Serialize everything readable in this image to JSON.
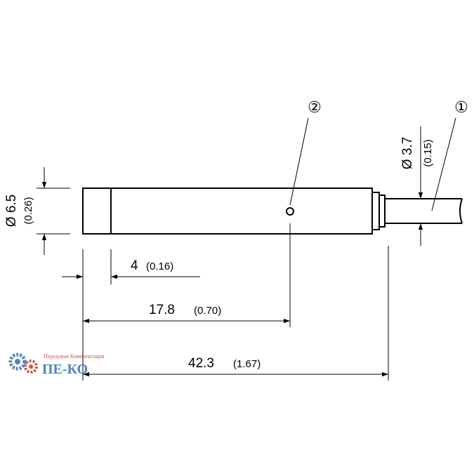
{
  "dimensions": {
    "diameter_body": {
      "main": "Ø 6.5",
      "sub": "(0.26)"
    },
    "diameter_cable": {
      "main": "Ø 3.7",
      "sub": "(0.15)"
    },
    "length_front": {
      "main": "4",
      "sub": "(0.16)"
    },
    "length_led": {
      "main": "17.8",
      "sub": "(0.70)"
    },
    "length_total": {
      "main": "42.3",
      "sub": "(1.67)"
    }
  },
  "callouts": {
    "cable": "①",
    "led": "②"
  },
  "watermark": {
    "tagline": "Передовая Комплектация",
    "brand": "ПЕ-КО"
  },
  "colors": {
    "line": "#000000",
    "watermark_gear_blue": "#2d6fb8",
    "watermark_gear_red": "#c0392b"
  }
}
